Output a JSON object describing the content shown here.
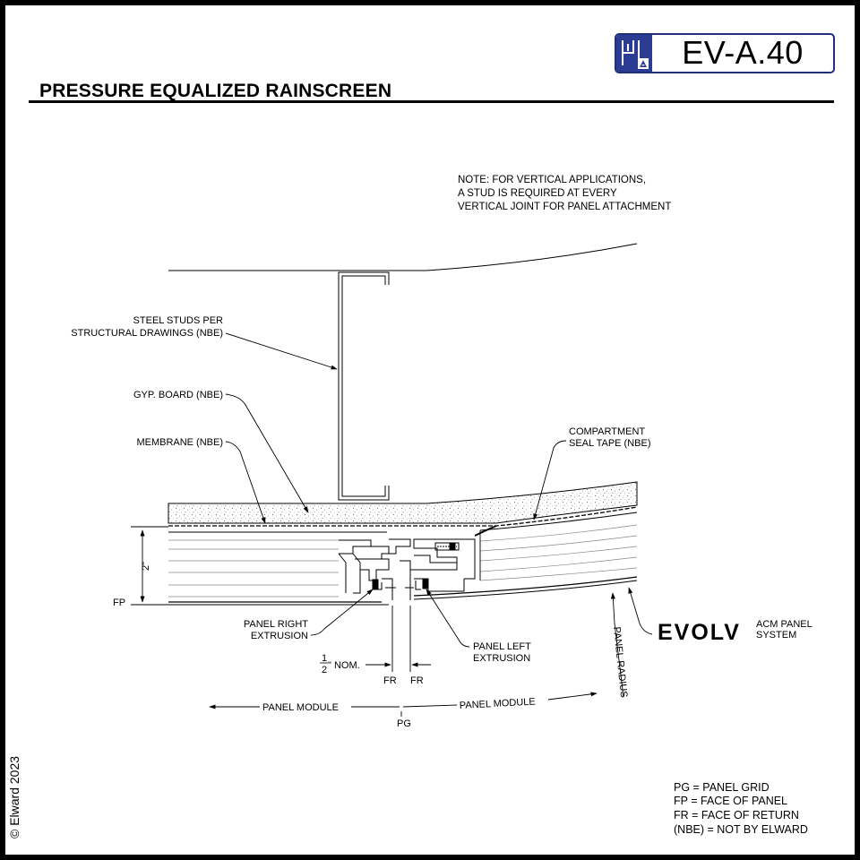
{
  "sheet": {
    "title": "PRESSURE EQUALIZED RAINSCREEN",
    "code": "EV-A.40",
    "copyright": "© Elward 2023"
  },
  "note": {
    "lines": [
      "NOTE: FOR VERTICAL APPLICATIONS,",
      "A STUD IS REQUIRED AT EVERY",
      "VERTICAL JOINT FOR PANEL ATTACHMENT"
    ]
  },
  "callouts": {
    "steel_studs": [
      "STEEL STUDS PER",
      "STRUCTURAL DRAWINGS  (NBE)"
    ],
    "gyp_board": "GYP. BOARD  (NBE)",
    "membrane": "MEMBRANE  (NBE)",
    "compartment_seal": [
      "COMPARTMENT",
      "SEAL TAPE  (NBE)"
    ],
    "panel_right": [
      "PANEL RIGHT",
      "EXTRUSION"
    ],
    "panel_left": [
      "PANEL LEFT",
      "EXTRUSION"
    ],
    "panel_radius": "PANEL RADIUS",
    "brand_name": "EVOLV",
    "brand_system": [
      "ACM PANEL",
      "SYSTEM"
    ]
  },
  "dimensions": {
    "depth": "2\"",
    "fp": "FP",
    "half_num": "1",
    "half_den": "2",
    "half_suffix": "\" NOM.",
    "fr_left": "FR",
    "fr_right": "FR",
    "module_left": "PANEL MODULE",
    "module_right": "PANEL MODULE",
    "pg": "PG"
  },
  "legend": [
    "PG = PANEL GRID",
    "FP = FACE OF PANEL",
    "FR = FACE OF RETURN",
    "(NBE) = NOT BY ELWARD"
  ],
  "colors": {
    "badge_border": "#1f2f7a",
    "badge_logo": "#2b3d93"
  }
}
